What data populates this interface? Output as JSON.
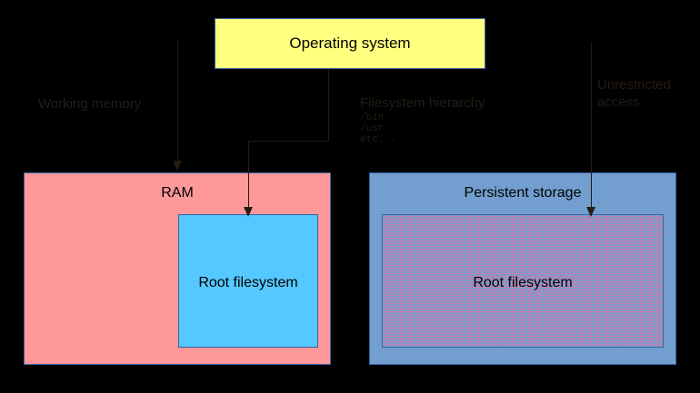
{
  "diagram": {
    "title": "Operating system memory and storage filesystem diagram",
    "background_color": "#000000",
    "boxes": {
      "operating_system": {
        "label": "Operating system",
        "fill_color": "#ffff80",
        "border_color": "#3465a4"
      },
      "ram": {
        "label": "RAM",
        "fill_color": "#ff9999",
        "border_color": "#3465a4"
      },
      "ram_rootfs": {
        "label": "Root filesystem",
        "fill_color": "#55c8ff",
        "border_color": "#3465a4"
      },
      "persistent_storage": {
        "label": "Persistent storage",
        "fill_color": "#729fcf",
        "border_color": "#3465a4"
      },
      "storage_rootfs": {
        "label": "Root filesystem",
        "fill_color": "#729fcf",
        "pattern_color": "#ff6699",
        "border_color": "#3465a4"
      }
    },
    "annotations": {
      "working_memory": "Working memory",
      "filesystem_hierarchy": "Filesystem hierarchy",
      "filesystem_paths": "/bin\n/usr\netc. . .",
      "unrestricted_access": "Unrestricted\naccess"
    },
    "connector_color": "#241c14"
  }
}
